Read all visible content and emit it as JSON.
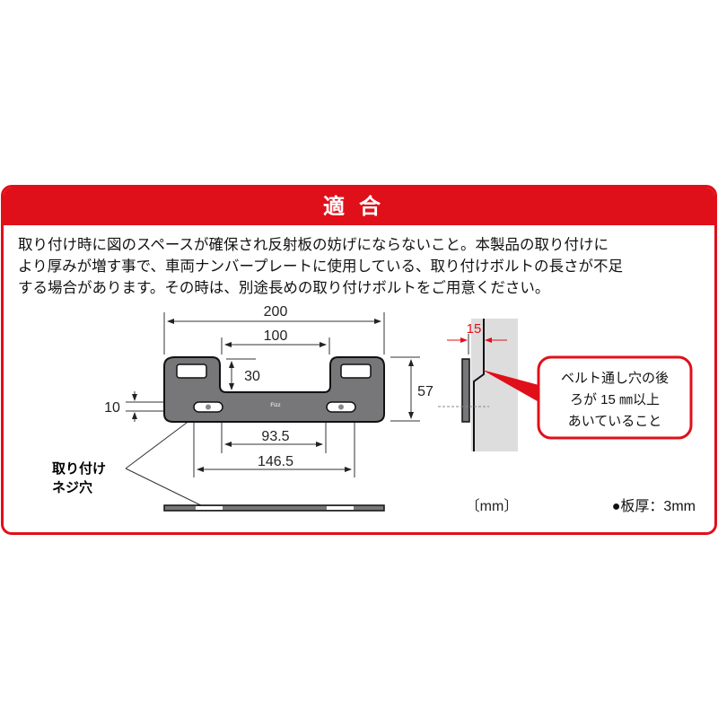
{
  "header": {
    "title": "適合"
  },
  "description": [
    "取り付け時に図のスペースが確保され反射板の妨げにならないこと。本製品の取り付けに",
    "より厚みが増す事で、車両ナンバープレートに使用している、取り付けボルトの長さが不足",
    "する場合があります。その時は、別途長めの取り付けボルトをご用意ください。"
  ],
  "dimensions": {
    "width": "200",
    "notch_width": "100",
    "notch_depth": "30",
    "height": "57",
    "slot_height": "10",
    "inner_hole_span": "93.5",
    "outer_hole_span": "146.5",
    "clearance": "15"
  },
  "labels": {
    "screw_hole_1": "取り付け",
    "screw_hole_2": "ネジ穴",
    "unit": "〔mm〕",
    "thickness": "●板厚：3mm",
    "logo": "Fizz"
  },
  "callout": [
    "ベルト通し穴の後",
    "ろが 15 ㎜以上",
    "あいていること"
  ],
  "colors": {
    "accent": "#e0101a",
    "plate": "#77777a"
  }
}
